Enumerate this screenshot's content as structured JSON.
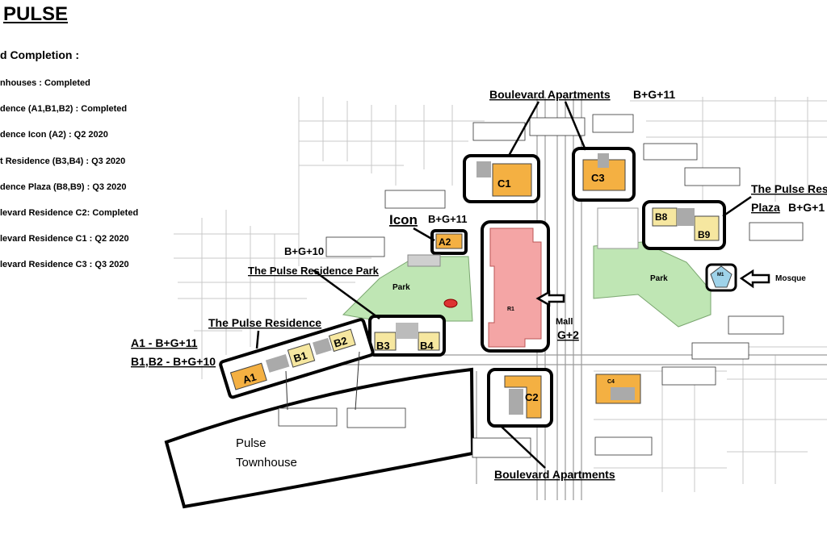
{
  "title": "PULSE",
  "subtitle": "d Completion :",
  "status_items": [
    "nhouses : Completed",
    "dence (A1,B1,B2) : Completed",
    "dence Icon (A2) : Q2 2020",
    "t Residence (B3,B4) : Q3 2020",
    "dence Plaza (B8,B9) : Q3 2020",
    "levard Residence C2: Completed",
    "levard Residence C1 : Q2 2020",
    "levard Residence C3 : Q3 2020"
  ],
  "map": {
    "boulevard_top": "Boulevard Apartments",
    "boulevard_top_height": "B+G+11",
    "pulse_res_plaza_1": "The Pulse Res",
    "pulse_res_plaza_2": "Plaza",
    "plaza_height": "B+G+1",
    "icon_label": "Icon",
    "icon_height": "B+G+11",
    "park_height": "B+G+10",
    "pulse_residence_park": "The Pulse Residence Park",
    "park_left": "Park",
    "park_right": "Park",
    "mosque": "Mosque",
    "mall": "Mall",
    "mall_height": "G+2",
    "pulse_residence": "The Pulse Residence",
    "a1_height": "A1 - B+G+11",
    "b_height": "B1,B2 - B+G+10",
    "pulse_townhouse_1": "Pulse",
    "pulse_townhouse_2": "Townhouse",
    "boulevard_bottom": "Boulevard Apartments",
    "buildings": {
      "c1": "C1",
      "c3": "C3",
      "b8": "B8",
      "b9": "B9",
      "a2": "A2",
      "b3": "B3",
      "b4": "B4",
      "a1": "A1",
      "b1": "B1",
      "b2": "B2",
      "c2": "C2",
      "r1": "R1",
      "m1": "M1",
      "c4": "C4"
    }
  },
  "colors": {
    "building_orange": "#f4b042",
    "building_yellow": "#f6e7a0",
    "mall_pink": "#f4a5a5",
    "park_green": "#bfe6b4",
    "mosque_blue": "#9fd3ea",
    "road_gray": "#bbbbbb"
  }
}
